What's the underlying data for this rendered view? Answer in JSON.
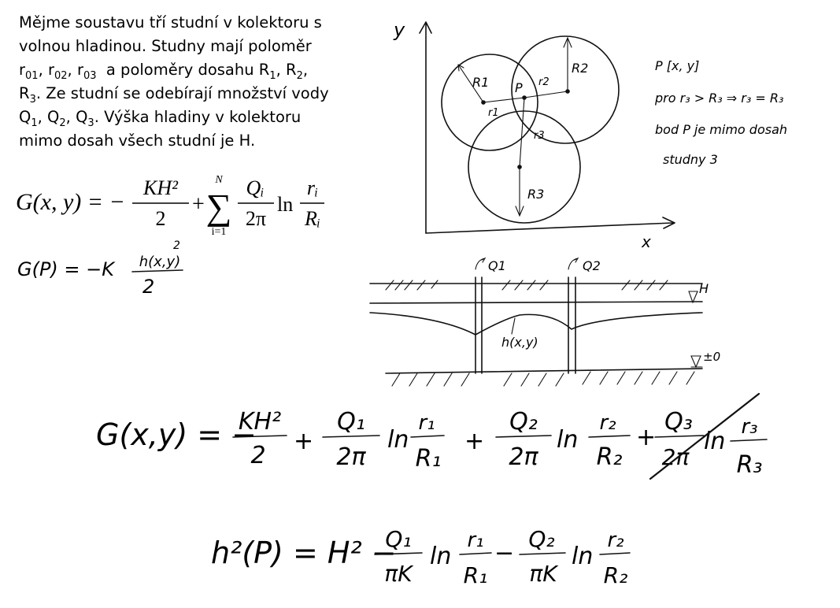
{
  "problem": {
    "line1": "Mějme soustavu tří studní v kolektoru s",
    "line2": "volnou hladinou. Studny mají poloměr",
    "l3_r": "r",
    "l3_s1": "01",
    "l3_c1": ", r",
    "l3_s2": "02",
    "l3_c2": ", r",
    "l3_s3": "03",
    "l3_mid": "  a poloměry dosahu R",
    "l3_s4": "1",
    "l3_c3": ", R",
    "l3_s5": "2",
    "l3_c4": ",",
    "l4_R": "R",
    "l4_s1": "3",
    "l4_rest": ". Ze studní se odebírají množství vody",
    "l5_Q": "Q",
    "l5_s1": "1",
    "l5_c1": ", Q",
    "l5_s2": "2",
    "l5_c2": ", Q",
    "l5_s3": "3",
    "l5_rest": ". Výška hladiny v kolektoru",
    "line6": "mimo dosah všech studní je H."
  },
  "formula_general": {
    "lhs": "G(x, y) = −",
    "frac1_num": "KH²",
    "frac1_den": "2",
    "plus": "+",
    "sum_top": "N",
    "sum_sym": "∑",
    "sum_bot": "i=1",
    "frac2_num": "Qᵢ",
    "frac2_den": "2π",
    "ln": "ln",
    "frac3_num": "rᵢ",
    "frac3_den": "Rᵢ"
  },
  "formula_gp": {
    "lhs": "G(P) = −K",
    "num": "h(x,y)",
    "exp": "2",
    "den": "2"
  },
  "plan": {
    "axis_y": "y",
    "axis_x": "x",
    "label_R1": "R1",
    "label_R2": "R2",
    "label_R3": "R3",
    "label_P": "P",
    "label_r1": "r1",
    "label_r2": "r2",
    "label_r3": "r3"
  },
  "notes": {
    "line1": "P [x, y]",
    "line2": "pro r₃ > R₃ ⇒ r₃ = R₃",
    "line3": "bod P je mimo dosah",
    "line4": "studny 3"
  },
  "section": {
    "label_Q1": "Q1",
    "label_Q2": "Q2",
    "label_H": "H",
    "label_zero": "±0",
    "label_h": "h(x,y)"
  },
  "formula_expanded": {
    "lhs": "G(x,y) = −",
    "t1_num": "KH²",
    "t1_den": "2",
    "plus1": "+",
    "t2_num": "Q₁",
    "t2_den": "2π",
    "ln1": "ln",
    "t3_num": "r₁",
    "t3_den": "R₁",
    "plus2": "+",
    "t4_num": "Q₂",
    "t4_den": "2π",
    "ln2": "ln",
    "t5_num": "r₂",
    "t5_den": "R₂",
    "plus3": "+",
    "t6_num": "Q₃",
    "t6_den": "2π",
    "ln3": "ln",
    "t7_num": "r₃",
    "t7_den": "R₃"
  },
  "formula_h": {
    "lhs": "h²(P) = H² −",
    "t1_num": "Q₁",
    "t1_den": "πK",
    "ln1": "ln",
    "t2_num": "r₁",
    "t2_den": "R₁",
    "minus": "−",
    "t3_num": "Q₂",
    "t3_den": "πK",
    "ln2": "ln",
    "t4_num": "r₂",
    "t4_den": "R₂"
  }
}
